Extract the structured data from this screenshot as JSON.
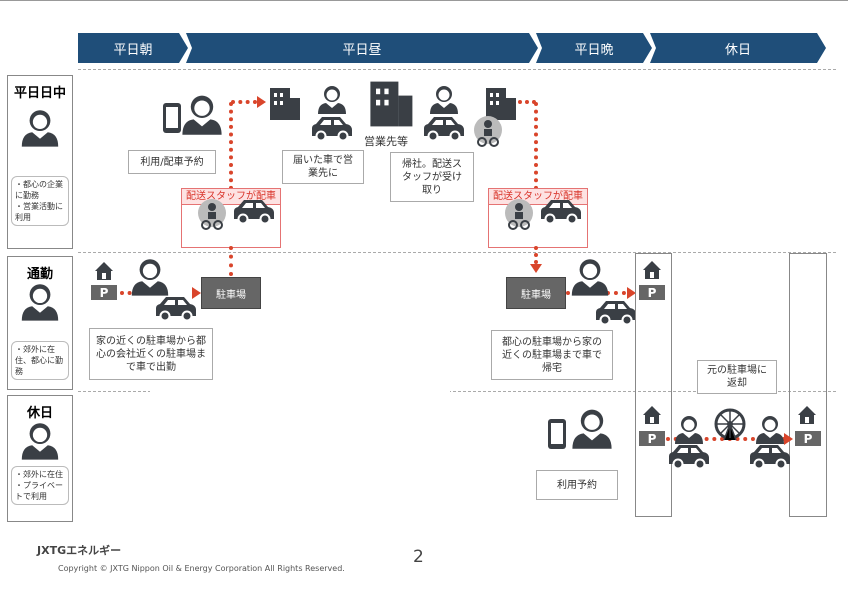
{
  "header": {
    "phases": [
      "平日朝",
      "平日昼",
      "平日晩",
      "休日"
    ]
  },
  "personas": [
    {
      "title": "平日日中",
      "points": [
        "都心の企業に勤務",
        "営業活動に利用"
      ]
    },
    {
      "title": "通勤",
      "points": [
        "郊外に在住、都心に勤務"
      ]
    },
    {
      "title": "休日",
      "points": [
        "郊外に在住",
        "プライベートで利用"
      ]
    }
  ],
  "labels": {
    "reserve": "利用/配車予約",
    "staff_dispatch": "配送スタッフが配車",
    "delivered": "届いた車で営業先に",
    "sales_dest": "営業先等",
    "return_office": "帰社。配送スタッフが受け取り",
    "parking": "駐車場",
    "p": "P",
    "commute_in": "家の近くの駐車場から都心の会社近くの駐車場まで車で出勤",
    "commute_out": "都心の駐車場から家の近くの駐車場まで車で帰宅",
    "weekend_reserve": "利用予約",
    "return_lot": "元の駐車場に返却"
  },
  "footer": {
    "logo": "JXTGエネルギー",
    "copyright": "Copyright © JXTG Nippon Oil & Energy Corporation All Rights Reserved.",
    "page": "2"
  },
  "colors": {
    "navy": "#1f4e79",
    "accent": "#d9452b",
    "dark": "#3a3f45"
  }
}
